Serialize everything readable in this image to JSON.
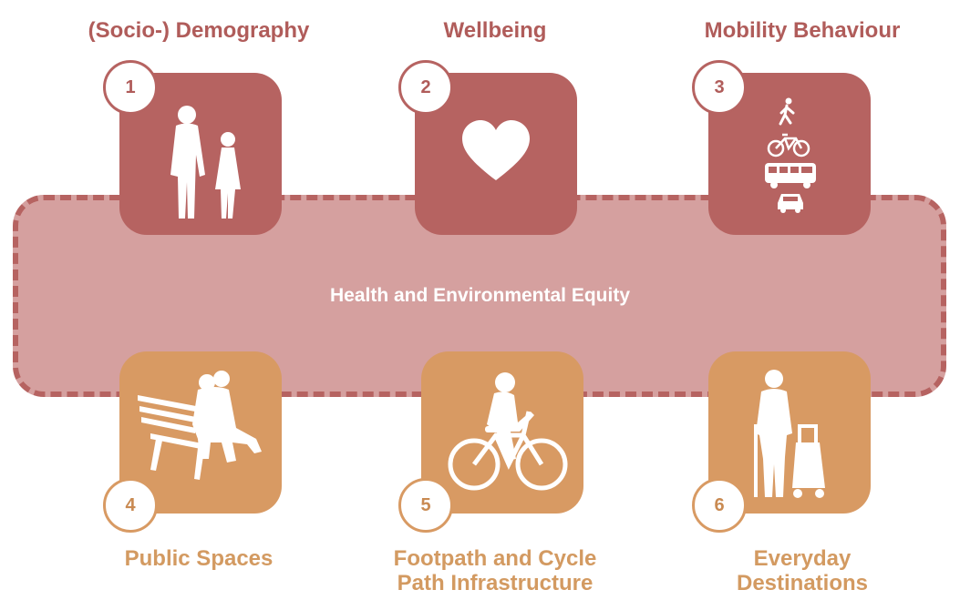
{
  "center": {
    "title": "Health and Environmental Equity"
  },
  "top_items": [
    {
      "number": "1",
      "label": "(Socio-) Demography",
      "icon": "people-icon"
    },
    {
      "number": "2",
      "label": "Wellbeing",
      "icon": "heart-icon"
    },
    {
      "number": "3",
      "label": "Mobility Behaviour",
      "icon": "mobility-icon"
    }
  ],
  "bottom_items": [
    {
      "number": "4",
      "label": "Public Spaces",
      "icon": "bench-icon"
    },
    {
      "number": "5",
      "label_line1": "Footpath and Cycle",
      "label_line2": "Path Infrastructure",
      "icon": "cyclist-icon"
    },
    {
      "number": "6",
      "label_line1": "Everyday",
      "label_line2": "Destinations",
      "icon": "shopper-icon"
    }
  ],
  "colors": {
    "red": "#b66361",
    "red_light": "#d5a09f",
    "orange": "#d89a63",
    "white": "#ffffff"
  }
}
